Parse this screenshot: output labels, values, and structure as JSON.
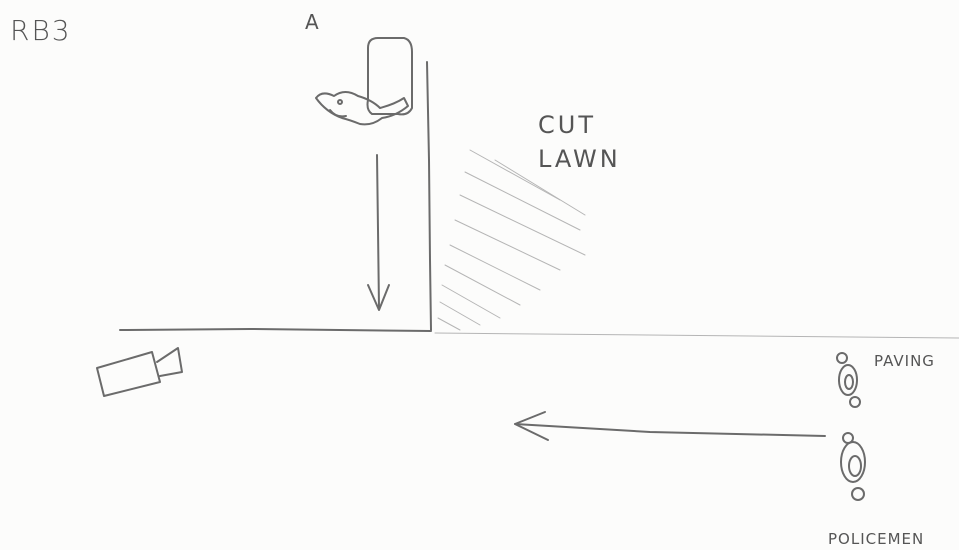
{
  "sheet_id": "RB3",
  "labels": {
    "point_a": "A",
    "lawn_line1": "CUT",
    "lawn_line2": "LAWN",
    "paving": "PAVING",
    "policemen": "POLICEMEN"
  },
  "icons": [
    "person-topdown-icon",
    "camera-icon",
    "policeman-icon",
    "arrow-down-icon",
    "arrow-left-icon"
  ],
  "colors": {
    "paper": "#fcfcfb",
    "pencil": "#6b6b6b"
  }
}
